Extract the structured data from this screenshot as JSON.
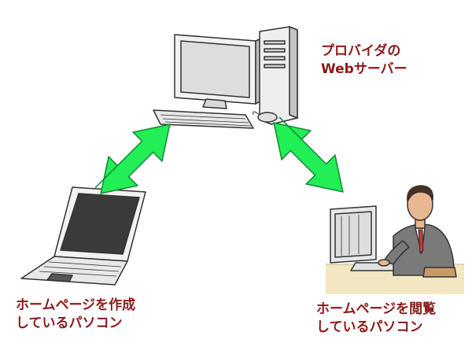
{
  "colors": {
    "label": "#8b1a1a",
    "arrow_fill": "#22ee55",
    "arrow_stroke": "#118833",
    "outline": "#333333",
    "screen": "#dddddd",
    "laptop_screen": "#3a3a3a",
    "desk": "#f3e7c3",
    "suit": "#7a7a7a",
    "tie": "#cc3333",
    "skin": "#e8b890"
  },
  "server": {
    "line1": "プロバイダの",
    "line2": "Webサーバー"
  },
  "laptop": {
    "line1": "ホームページを作成",
    "line2": "しているパソコン"
  },
  "viewer": {
    "line1": "ホームページを閲覧",
    "line2": "しているパソコン"
  },
  "icons": {
    "server_pc": "desktop-computer-tower-icon",
    "laptop": "laptop-icon",
    "viewer": "man-using-desktop-computer-icon",
    "arrows": "double-headed-arrow-icon"
  }
}
